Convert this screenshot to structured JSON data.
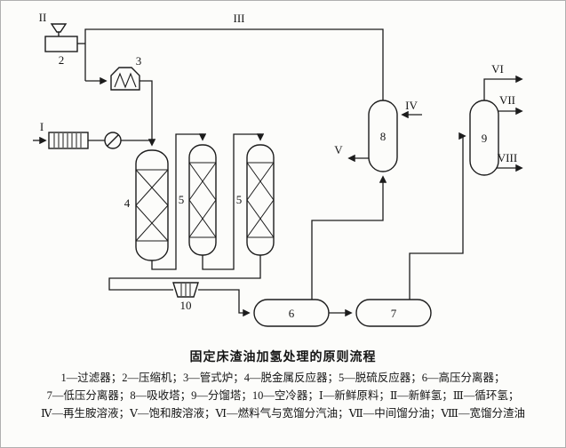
{
  "figure": {
    "caption": "固定床渣油加氢处理的原则流程"
  },
  "diagram": {
    "equipment_labels": {
      "compressor": "2",
      "furnace": "3",
      "reactor_demetal": "4",
      "reactor_desulfur_1": "5",
      "reactor_desulfur_2": "5",
      "hp_separator": "6",
      "lp_separator": "7",
      "absorber": "8",
      "fractionator": "9",
      "air_cooler": "10"
    },
    "stream_labels": {
      "fresh_feed": "I",
      "fresh_hydrogen": "II",
      "recycle_hydrogen": "III",
      "lean_amine": "IV",
      "rich_amine": "V",
      "fuel_gas_naphtha": "VI",
      "middle_distillate": "VII",
      "wide_cut_residue": "VIII"
    }
  },
  "legend": {
    "lines": [
      "1—过滤器；2—压缩机；3—管式炉；4—脱金属反应器；5—脱硫反应器；6—高压分离器；",
      "7—低压分离器；8—吸收塔；9—分馏塔；10—空冷器；Ⅰ—新鲜原料；Ⅱ—新鲜氢；Ⅲ—循环氢；",
      "Ⅳ—再生胺溶液；Ⅴ—饱和胺溶液；Ⅵ—燃料气与宽馏分汽油；Ⅶ—中间馏分油；Ⅷ—宽馏分渣油"
    ]
  },
  "colors": {
    "ink": "#1c1c1c",
    "paper": "#fcfcfa"
  }
}
